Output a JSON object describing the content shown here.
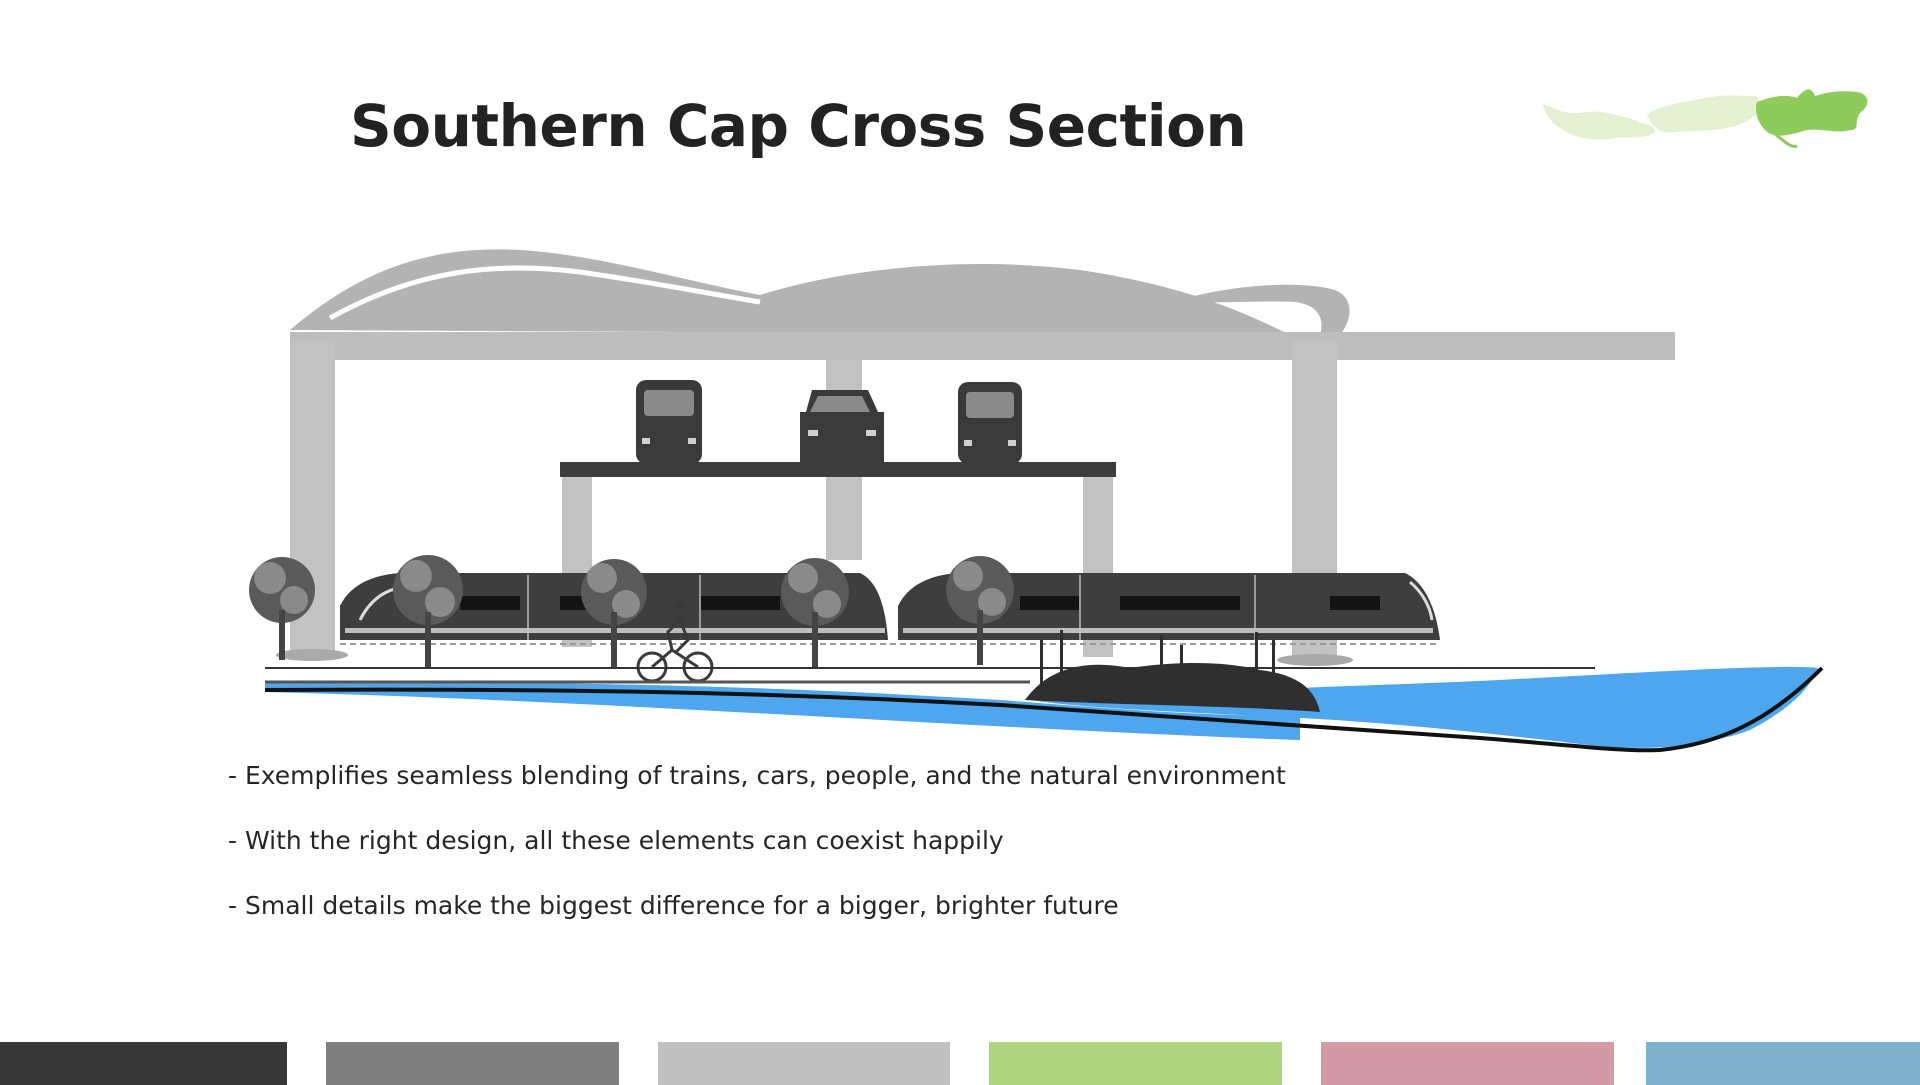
{
  "slide": {
    "title": "Southern Cap Cross Section",
    "bullets": [
      "- Exemplifies seamless blending of trains, cars, people, and the natural environment",
      "- With the right design, all these elements can coexist happily",
      "- Small details make the biggest difference for a bigger, brighter future"
    ]
  },
  "colors": {
    "title_text": "#222222",
    "body_text": "#262626",
    "concrete": "#bdbdbd",
    "canopy": "#b3b3b3",
    "vehicles": "#3a3a3a",
    "water": "#4da6ee",
    "map_dark": "#8ecb5a",
    "map_light": "#e3f1d2"
  },
  "palette": [
    {
      "name": "charcoal",
      "color": "#373737"
    },
    {
      "name": "gray",
      "color": "#7f7f7f"
    },
    {
      "name": "light-gray",
      "color": "#c0c0c0"
    },
    {
      "name": "green",
      "color": "#b0d47f"
    },
    {
      "name": "pink",
      "color": "#d39aa6"
    },
    {
      "name": "blue",
      "color": "#7eb2cc"
    }
  ]
}
